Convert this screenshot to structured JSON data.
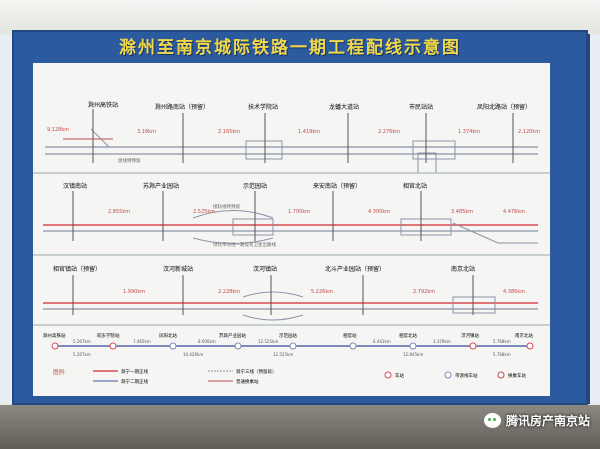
{
  "title": "滁州至南京城际铁路一期工程配线示意图",
  "row1": {
    "stations": [
      "滁州高铁站",
      "滁州路南站（预留）",
      "扶术学院站",
      "龙蟠大道站",
      "市民站站",
      "凤阳北路站（预留）"
    ],
    "distances": [
      "9.128km",
      "3.16km",
      "2.165km",
      "1.419km",
      "2.276km",
      "1.374km",
      "2.120km"
    ],
    "note": "渡线特预留"
  },
  "row2": {
    "stations": [
      "汉镇南站",
      "苏滁产业园站",
      "示范园站",
      "来安南站（预留）",
      "相官北站"
    ],
    "distances": [
      "2.855km",
      "2.525km",
      "1.700km",
      "4.300km",
      "3.485km",
      "4.476km"
    ],
    "note": "接轨线特预留",
    "note2": "绿化带与线一路设有卫星出路线"
  },
  "row3": {
    "stations": [
      "相官镇站（预留）",
      "汊河新城站",
      "汊河镇站",
      "北斗产业园站（预留）",
      "南京北站"
    ],
    "distances": [
      "1.990km",
      "2.228km",
      "5.226km",
      "2.792km",
      "4.386km"
    ]
  },
  "route": {
    "labels_top": [
      "滁州高铁站",
      "皖东学院站",
      "凤阳北站",
      "苏滁产业园站",
      "示范园站",
      "相官站",
      "相官北站",
      "汊河镇站",
      "南京北站"
    ],
    "labels_small": [
      "5.267km",
      "7.465km",
      "8.000km",
      "12.525km",
      "6.441km",
      "3.379km",
      "5.768km"
    ],
    "labels_small2": [
      "5.267km",
      "10.426km",
      "12.525km",
      "12.845km",
      "5.768km"
    ]
  },
  "legend": {
    "label": "图例:",
    "items": [
      "滁宁一期正线",
      "滁宁二期正线",
      "滁宁三线（预留段）",
      "普通换乘站",
      "车站",
      "带渡线车站",
      "换乘车站"
    ]
  },
  "watermark": "腾讯房产南京站",
  "colors": {
    "board": "#2c5a9e",
    "title": "#f1d84a",
    "rail": "#d94850",
    "track": "#7d8597",
    "station": "#7d8abb"
  }
}
